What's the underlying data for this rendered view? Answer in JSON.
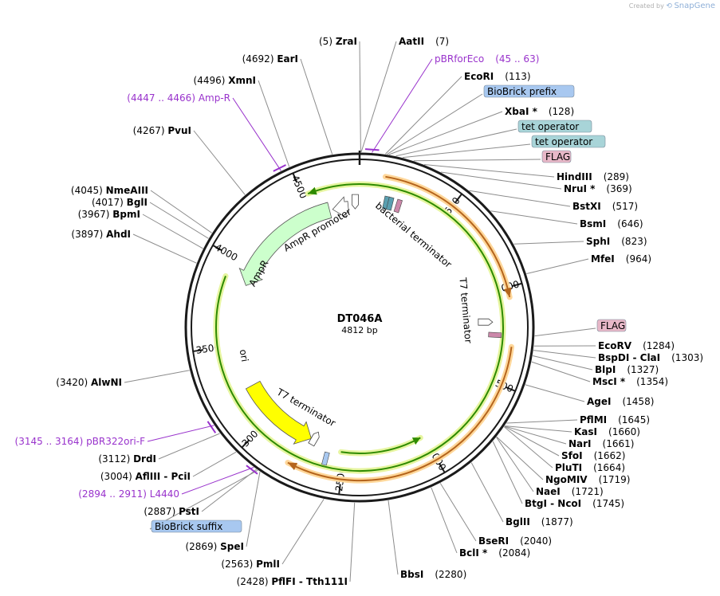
{
  "watermark": {
    "prefix": "Created by",
    "brand": "SnapGene"
  },
  "plasmid": {
    "name": "DT046A",
    "length_text": "4812 bp",
    "length": 4812
  },
  "colors": {
    "backbone": "#1a1a1a",
    "leader": "#8c8c8c",
    "primer": "#9933cc",
    "ampr": "#ccffcc",
    "ori": "#ffff00",
    "orf_green": "#2e8b00",
    "orf_orange": "#b5651d",
    "halo_green": "#e6f5a0",
    "halo_orange": "#ffd79a",
    "biobrick_box": "#a8c8f0",
    "tet_box": "#a8d4d8",
    "flag_box": "#e8b8c8"
  },
  "ticks": [
    {
      "pos": 500,
      "label": "500"
    },
    {
      "pos": 1000,
      "label": "1000"
    },
    {
      "pos": 1500,
      "label": "1500"
    },
    {
      "pos": 2000,
      "label": "2000"
    },
    {
      "pos": 2500,
      "label": "2500"
    },
    {
      "pos": 3000,
      "label": "3000"
    },
    {
      "pos": 3500,
      "label": "3500"
    },
    {
      "pos": 4000,
      "label": "4000"
    },
    {
      "pos": 4500,
      "label": "4500"
    }
  ],
  "features": [
    {
      "name": "AmpR promoter",
      "label": "AmpR promoter"
    },
    {
      "name": "AmpR",
      "label": "AmpR"
    },
    {
      "name": "ori",
      "label": "ori"
    },
    {
      "name": "bacterial terminator",
      "label": "bacterial terminator"
    },
    {
      "name": "T7 terminator right",
      "label": "T7 terminator"
    },
    {
      "name": "T7 terminator lower",
      "label": "T7 terminator"
    }
  ],
  "labels": [
    {
      "id": "zrai",
      "pos": "(5)",
      "name": "ZraI",
      "site": 5,
      "bp_right": false
    },
    {
      "id": "aatii",
      "name": "AatII",
      "pos": "(7)",
      "site": 7,
      "bp_right": true
    },
    {
      "id": "pbrforeco",
      "name": "pBRforEco",
      "pos": "(45 .. 63)",
      "site": 54,
      "primer": true,
      "bp_right": true
    },
    {
      "id": "ecori",
      "name": "EcoRI",
      "pos": "(113)",
      "site": 113,
      "bp_right": true
    },
    {
      "id": "biobrick-prefix",
      "name": "BioBrick prefix",
      "site": 120,
      "box": "biobrick"
    },
    {
      "id": "xbai",
      "name": "XbaI *",
      "pos": "(128)",
      "site": 128,
      "bp_right": true
    },
    {
      "id": "tet1",
      "name": "tet operator",
      "site": 160,
      "box": "tet"
    },
    {
      "id": "tet2",
      "name": "tet operator",
      "site": 190,
      "box": "tet"
    },
    {
      "id": "flag1",
      "name": "FLAG",
      "site": 240,
      "box": "flag"
    },
    {
      "id": "hindiii",
      "name": "HindIII",
      "pos": "(289)",
      "site": 289,
      "bp_right": true
    },
    {
      "id": "nrui",
      "name": "NruI *",
      "pos": "(369)",
      "site": 369,
      "bp_right": true
    },
    {
      "id": "bstxi",
      "name": "BstXI",
      "pos": "(517)",
      "site": 517,
      "bp_right": true
    },
    {
      "id": "bsmi",
      "name": "BsmI",
      "pos": "(646)",
      "site": 646,
      "bp_right": true
    },
    {
      "id": "sphi",
      "name": "SphI",
      "pos": "(823)",
      "site": 823,
      "bp_right": true
    },
    {
      "id": "mfei",
      "name": "MfeI",
      "pos": "(964)",
      "site": 964,
      "bp_right": true
    },
    {
      "id": "flag2",
      "name": "FLAG",
      "site": 1240,
      "box": "flag"
    },
    {
      "id": "ecorv",
      "name": "EcoRV",
      "pos": "(1284)",
      "site": 1284,
      "bp_right": true
    },
    {
      "id": "bspdi",
      "name": "BspDI  - ClaI",
      "pos": "(1303)",
      "site": 1303,
      "bp_right": true
    },
    {
      "id": "blpi",
      "name": "BlpI",
      "pos": "(1327)",
      "site": 1327,
      "bp_right": true
    },
    {
      "id": "msci",
      "name": "MscI *",
      "pos": "(1354)",
      "site": 1354,
      "bp_right": true
    },
    {
      "id": "agei",
      "name": "AgeI",
      "pos": "(1458)",
      "site": 1458,
      "bp_right": true
    },
    {
      "id": "pflmi",
      "name": "PflMI",
      "pos": "(1645)",
      "site": 1645,
      "bp_right": true
    },
    {
      "id": "kasi",
      "name": "KasI",
      "pos": "(1660)",
      "site": 1660,
      "bp_right": true
    },
    {
      "id": "nari",
      "name": "NarI",
      "pos": "(1661)",
      "site": 1661,
      "bp_right": true
    },
    {
      "id": "sfoi",
      "name": "SfoI",
      "pos": "(1662)",
      "site": 1662,
      "bp_right": true
    },
    {
      "id": "pluti",
      "name": "PluTI",
      "pos": "(1664)",
      "site": 1664,
      "bp_right": true
    },
    {
      "id": "ngomiv",
      "name": "NgoMIV",
      "pos": "(1719)",
      "site": 1719,
      "bp_right": true
    },
    {
      "id": "naei",
      "name": "NaeI",
      "pos": "(1721)",
      "site": 1721,
      "bp_right": true
    },
    {
      "id": "btgi",
      "name": "BtgI  - NcoI",
      "pos": "(1745)",
      "site": 1745,
      "bp_right": true
    },
    {
      "id": "bglii",
      "name": "BglII",
      "pos": "(1877)",
      "site": 1877,
      "bp_right": true
    },
    {
      "id": "bseri",
      "name": "BseRI",
      "pos": "(2040)",
      "site": 2040,
      "bp_right": true
    },
    {
      "id": "bcli",
      "name": "BclI *",
      "pos": "(2084)",
      "site": 2084,
      "bp_right": true
    },
    {
      "id": "bbsi",
      "name": "BbsI",
      "pos": "(2280)",
      "site": 2280,
      "bp_right": true
    },
    {
      "id": "pfifi",
      "name": "PflFI  - Tth111I",
      "pos": "(2428)",
      "site": 2428,
      "bp_right": false
    },
    {
      "id": "pmli",
      "name": "PmlI",
      "pos": "(2563)",
      "site": 2563,
      "bp_right": false
    },
    {
      "id": "spei",
      "name": "SpeI",
      "pos": "(2869)",
      "site": 2869,
      "bp_right": false
    },
    {
      "id": "biobrick-suffix",
      "name": "BioBrick suffix",
      "site": 2880,
      "box": "biobrick"
    },
    {
      "id": "psti",
      "name": "PstI",
      "pos": "(2887)",
      "site": 2887,
      "bp_right": false
    },
    {
      "id": "l4440",
      "name": "L4440",
      "pos": "(2894 .. 2911)",
      "site": 2902,
      "primer": true,
      "bp_right": false
    },
    {
      "id": "afliii",
      "name": "AflIII  - PciI",
      "pos": "(3004)",
      "site": 3004,
      "bp_right": false
    },
    {
      "id": "drdi",
      "name": "DrdI",
      "pos": "(3112)",
      "site": 3112,
      "bp_right": false
    },
    {
      "id": "pbr322ori",
      "name": "pBR322ori-F",
      "pos": "(3145 .. 3164)",
      "site": 3155,
      "primer": true,
      "bp_right": false
    },
    {
      "id": "alwni",
      "name": "AlwNI",
      "pos": "(3420)",
      "site": 3420,
      "bp_right": false
    },
    {
      "id": "ahdi",
      "name": "AhdI",
      "pos": "(3897)",
      "site": 3897,
      "bp_right": false
    },
    {
      "id": "bpmi",
      "name": "BpmI",
      "pos": "(3967)",
      "site": 3967,
      "bp_right": false
    },
    {
      "id": "bgli",
      "name": "BglI",
      "pos": "(4017)",
      "site": 4017,
      "bp_right": false
    },
    {
      "id": "nmeaiii",
      "name": "NmeAIII",
      "pos": "(4045)",
      "site": 4045,
      "bp_right": false
    },
    {
      "id": "pvui",
      "name": "PvuI",
      "pos": "(4267)",
      "site": 4267,
      "bp_right": false
    },
    {
      "id": "ampr-primer",
      "name": "Amp-R",
      "pos": "(4447 .. 4466)",
      "site": 4456,
      "primer": true,
      "bp_right": false
    },
    {
      "id": "xmni",
      "name": "XmnI",
      "pos": "(4496)",
      "site": 4496,
      "bp_right": false
    },
    {
      "id": "eari",
      "name": "EarI",
      "pos": "(4692)",
      "site": 4692,
      "bp_right": false
    }
  ]
}
